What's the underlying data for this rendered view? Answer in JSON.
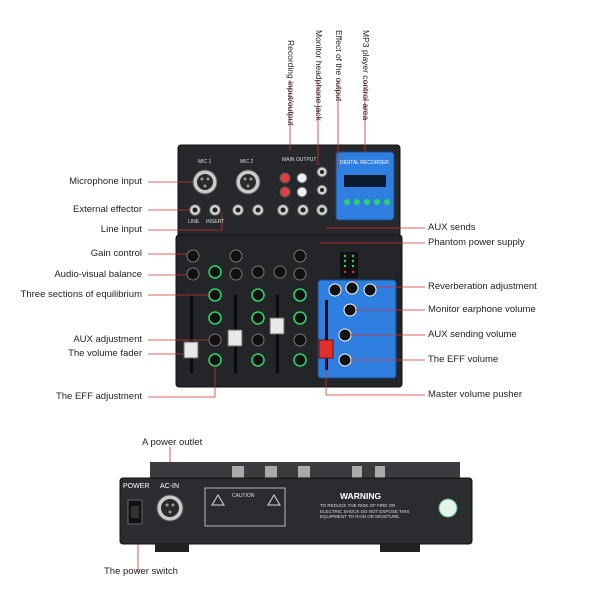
{
  "top_labels": {
    "recording": "Recording input/output",
    "monitor_jack": "Monitor headphone jack",
    "effect_output": "Effect of the output",
    "mp3": "MP3 player control area"
  },
  "left_labels": {
    "mic_input": "Microphone input",
    "ext_effector": "External effector",
    "line_input": "Line input",
    "gain": "Gain control",
    "av_balance": "Audio-visual balance",
    "eq": "Three sections of equilibrium",
    "aux_adj": "AUX adjustment",
    "fader": "The volume fader",
    "eff_adj": "The EFF adjustment"
  },
  "right_labels": {
    "aux_sends": "AUX sends",
    "phantom": "Phantom power supply",
    "reverb": "Reverberation adjustment",
    "monitor_vol": "Monitor earphone volume",
    "aux_send_vol": "AUX sending volume",
    "eff_vol": "The EFF volume",
    "master": "Master volume pusher"
  },
  "bottom_labels": {
    "power_outlet": "A power outlet",
    "power_switch": "The power switch"
  },
  "panel_text": {
    "mic1": "MIC 1",
    "mic2": "MIC 2",
    "main_output": "MAIN OUTPUT",
    "line": "LINE",
    "insert": "INSERT",
    "digital": "DIGITAL RECORDER",
    "power": "POWER",
    "ac_in": "AC-IN",
    "caution": "CAUTION",
    "warning": "WARNING",
    "warning_text": "TO REDUCE THE RISK OF FIRE OR ELECTRIC SHOCK DO NOT EXPOSE THIS EQUIPMENT TO RAIN OR MOISTURE."
  },
  "colors": {
    "body": "#2a2c30",
    "panel": "#1d1f23",
    "blue": "#2f7fe0",
    "red": "#e0302a",
    "knob_green": "#2fd06a"
  }
}
